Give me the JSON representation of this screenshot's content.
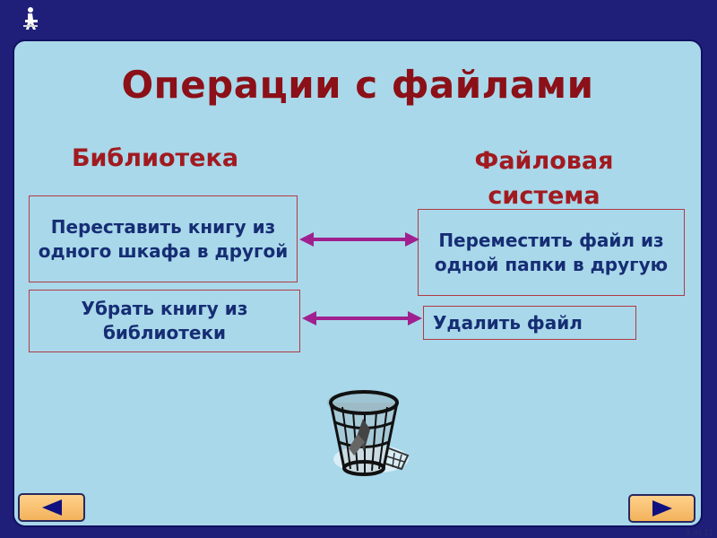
{
  "slide": {
    "title": "Операции с файлами",
    "heading_left": "Библиотека",
    "heading_right": "Файловая система",
    "left_items": [
      "Переставить книгу из одного шкафа в другой",
      "Убрать книгу из библиотеки"
    ],
    "right_items": [
      "Переместить файл из одной папки в другую",
      "Удалить файл"
    ]
  },
  "navigation": {
    "previous_icon": "triangle-left",
    "next_icon": "triangle-right",
    "page_counter": "8 из 11"
  },
  "icons": {
    "corner": "presenter-chair-icon",
    "illustration": "wire-trash-basket-icon"
  },
  "colors": {
    "background": "#1f1f7a",
    "slide_background": "#a9d8ea",
    "title": "#8b1018",
    "heading": "#a11a20",
    "box_text": "#162d74",
    "box_border": "#b13a43",
    "arrow": "#a0208f",
    "button": "#f8c26e"
  }
}
